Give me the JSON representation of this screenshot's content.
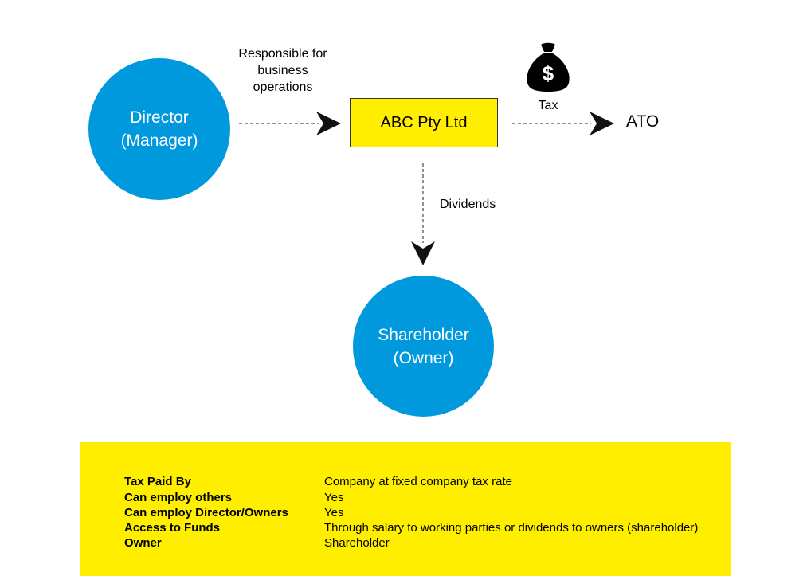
{
  "colors": {
    "circle_fill": "#0099dd",
    "highlight_yellow": "#ffee00",
    "arrow": "#111111",
    "dashed_line": "#555555"
  },
  "nodes": {
    "director": {
      "line1": "Director",
      "line2": "(Manager)"
    },
    "company": "ABC Pty Ltd",
    "shareholder": {
      "line1": "Shareholder",
      "line2": "(Owner)"
    },
    "ato": "ATO"
  },
  "edges": {
    "director_to_company": {
      "line1": "Responsible for",
      "line2": "business",
      "line3": "operations"
    },
    "company_to_ato": "Tax",
    "company_to_shareholder": "Dividends"
  },
  "icons": {
    "tax": "money-bag-icon",
    "tax_symbol": "$"
  },
  "summary": [
    {
      "key": "Tax Paid By",
      "value": "Company at fixed company tax rate"
    },
    {
      "key": "Can employ others",
      "value": "Yes"
    },
    {
      "key": "Can employ Director/Owners",
      "value": "Yes"
    },
    {
      "key": "Access to Funds",
      "value": "Through salary to working parties or dividends to owners (shareholder)"
    },
    {
      "key": "Owner",
      "value": "Shareholder"
    }
  ]
}
